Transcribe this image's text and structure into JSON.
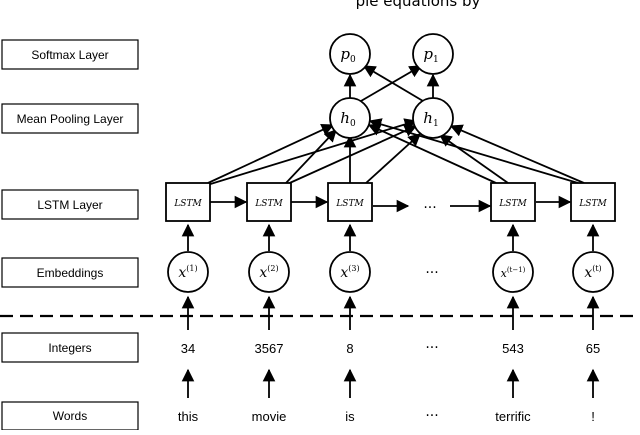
{
  "layers": [
    {
      "id": "softmax",
      "label": "Softmax Layer"
    },
    {
      "id": "pooling",
      "label": "Mean Pooling Layer"
    },
    {
      "id": "lstm",
      "label": "LSTM Layer"
    },
    {
      "id": "embeddings",
      "label": "Embeddings"
    },
    {
      "id": "integers",
      "label": "Integers"
    },
    {
      "id": "words",
      "label": "Words"
    }
  ],
  "outputs": [
    {
      "base": "p",
      "sub": "0"
    },
    {
      "base": "p",
      "sub": "1"
    }
  ],
  "pooled": [
    {
      "base": "h",
      "sub": "0"
    },
    {
      "base": "h",
      "sub": "1"
    }
  ],
  "lstm_cell_label": "LSTM",
  "ellipsis": "···",
  "columns": [
    {
      "embedding_sup": "(1)",
      "integer": "34",
      "word": "this"
    },
    {
      "embedding_sup": "(2)",
      "integer": "3567",
      "word": "movie"
    },
    {
      "embedding_sup": "(3)",
      "integer": "8",
      "word": "is"
    },
    {
      "embedding_sup": "(t−1)",
      "integer": "543",
      "word": "terrific"
    },
    {
      "embedding_sup": "(t)",
      "integer": "65",
      "word": "!"
    }
  ],
  "embedding_base": "x",
  "top_cut_text": "ple   equations by"
}
